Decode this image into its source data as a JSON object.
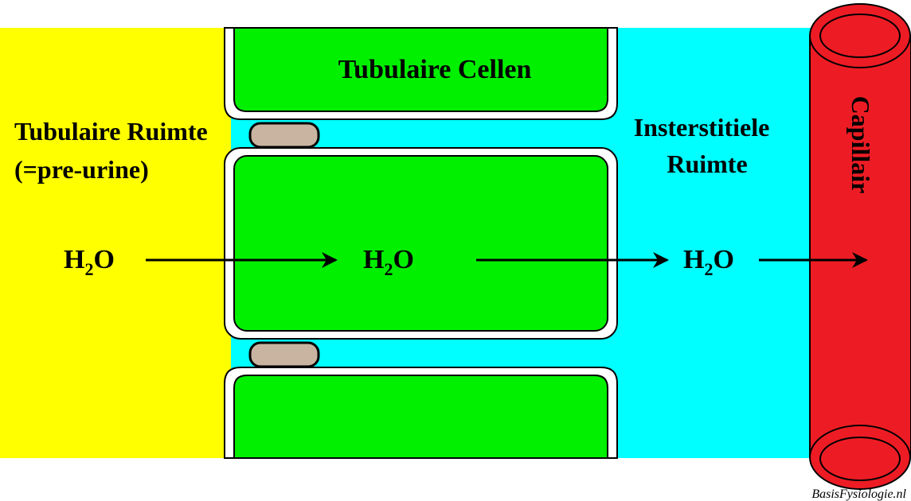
{
  "labels": {
    "tubular_cells": "Tubulaire Cellen",
    "tubular_space_line1": "Tubulaire Ruimte",
    "tubular_space_line2": "(=pre-urine)",
    "interstitial_line1": "Insterstitiele",
    "interstitial_line2": "Ruimte",
    "capillary": "Capillair",
    "watermark": "BasisFysiologie.nl"
  },
  "water": {
    "main": "H",
    "sub": "2",
    "tail": "O"
  },
  "colors": {
    "tubular_space": "#ffff00",
    "cell": "#00f000",
    "interstitial": "#00ffff",
    "capillary": "#ed1c24",
    "tight_junction": "#c8b4a0",
    "background": "#ffffff"
  }
}
